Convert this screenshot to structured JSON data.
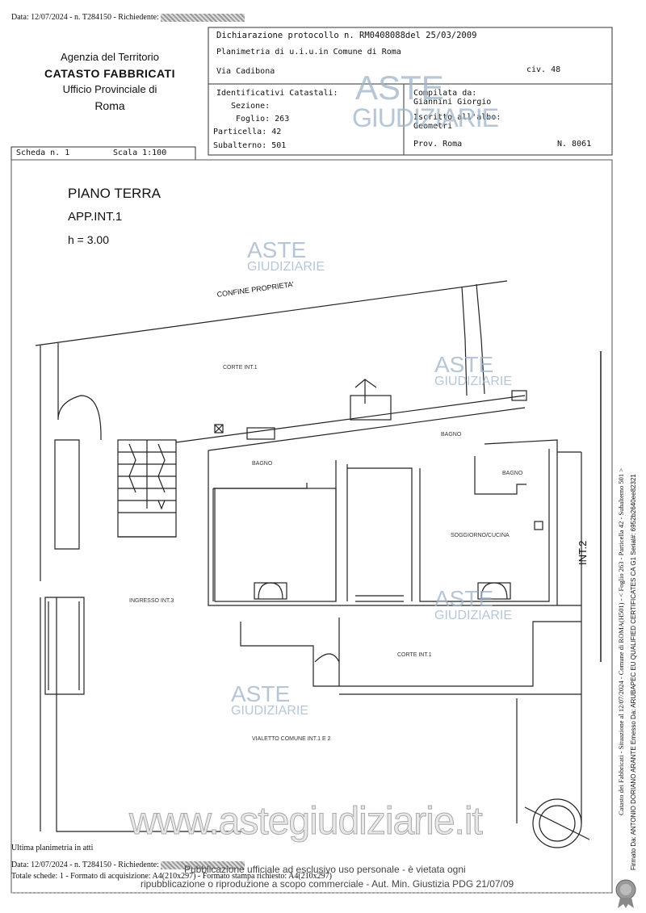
{
  "top_meta": {
    "text": "Data: 12/07/2024 - n. T284150 - Richiedente:"
  },
  "agency": {
    "line1": "Agenzia del Territorio",
    "line2": "CATASTO FABBRICATI",
    "line3": "Ufficio Provinciale di",
    "line4": "Roma"
  },
  "header": {
    "dichiarazione": "Dichiarazione protocollo n. RM0408088del  25/03/2009",
    "planimetria": "Planimetria di u.i.u.in Comune di Roma",
    "via": "Via Cadibona",
    "civ": "civ. 48",
    "identificativi": "Identificativi Catastali:",
    "sezione": "Sezione:",
    "foglio": "Foglio: 263",
    "particella": "Particella: 42",
    "subalterno": "Subalterno: 501",
    "compilata": "Compilata da:",
    "compilatore": "Giannini Giorgio",
    "iscritto": "Iscritto all'albo:",
    "albo": "Geometri",
    "prov": "Prov. Roma",
    "numero": "N.  8061"
  },
  "scheda": {
    "scheda": "Scheda n. 1",
    "scala": "Scala 1:100"
  },
  "plan": {
    "title": "PIANO TERRA",
    "unit": "APP.INT.1",
    "height": "h = 3.00",
    "confine": "CONFINE PROPRIETA'",
    "corte_top": "CORTE INT.1",
    "bagno1": "BAGNO",
    "bagno2": "BAGNO",
    "bagno3": "BAGNO",
    "soggiorno": "SOGGIORNO/CUCINA",
    "int2": "INT.2",
    "ingresso": "INGRESSO INT.3",
    "corte_bottom": "CORTE INT.1",
    "vialetto": "VIALETTO COMUNE INT.1 E 2"
  },
  "side": {
    "line1": "Catasto dei Fabbricati - Situazione al 12/07/2024 - Comune di ROMA(H501) - < Foglio 263 - Particella 42 - Subalterno 501 >",
    "line2": "Firmato Da: ANTONIO DORIANO ARANTE Emesso Da: ARUBAPEC EU QUALIFIED CERTIFICATES CA G1 Serial#: 6952b2640ee82321"
  },
  "footer": {
    "ultima": "Ultima planimetria in atti",
    "data": "Data: 12/07/2024 - n. T284150 - Richiedente:",
    "totale": "Totale schede: 1 - Formato di acquisizione: A4(210x297)  - Formato stampa richiesto: A4(210x297)",
    "notice1": "Pubblicazione ufficiale ad esclusivo uso personale - è vietata ogni",
    "notice2": "ripubblicazione o riproduzione a scopo commerciale - Aut. Min. Giustizia PDG 21/07/09"
  },
  "watermark": {
    "aste": "ASTE",
    "giudiziarie": "GIUDIZIARIE",
    "site": "www.astegiudiziarie.it"
  }
}
